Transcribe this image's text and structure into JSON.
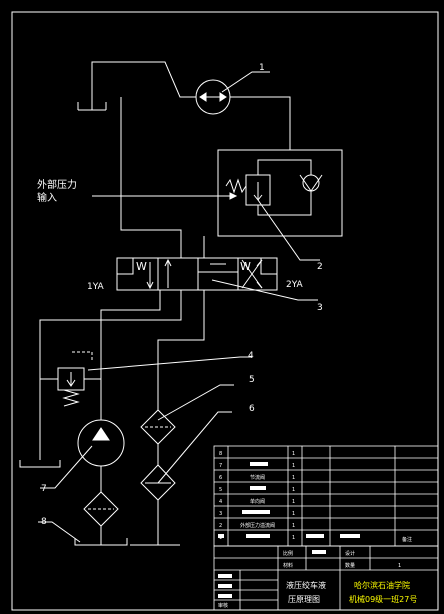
{
  "labels": {
    "pump_motor_1": "1",
    "relief_valve_2": "2",
    "directional_valve_3": "3",
    "pressure_valve_4": "4",
    "filter_5": "5",
    "filter_6": "6",
    "pump_7": "7",
    "tank_8": "8",
    "external_input_line1": "外部压力",
    "external_input_line2": "输入",
    "solenoid_left": "1YA",
    "solenoid_right": "2YA",
    "valve_letter_left": "W",
    "valve_letter_right": "W"
  },
  "parts_list": {
    "rows": [
      {
        "no": "8",
        "qty": "1"
      },
      {
        "no": "7",
        "qty": "1"
      },
      {
        "no": "6",
        "name": "节流阀",
        "qty": "1"
      },
      {
        "no": "5",
        "qty": "1"
      },
      {
        "no": "4",
        "name": "单向阀",
        "qty": "1"
      },
      {
        "no": "3",
        "qty": "1"
      },
      {
        "no": "2",
        "name": "外部压力溢流阀",
        "qty": "1"
      },
      {
        "no": "1",
        "qty": "1"
      }
    ],
    "header_last_col": "备注"
  },
  "title_block": {
    "drawing_title_line1": "液压绞车液",
    "drawing_title_line2": "压原理图",
    "school_line1": "哈尔滨石油学院",
    "school_line2": "机械09级一班27号",
    "field_material": "材料",
    "field_scale": "比例",
    "field_quantity": "数量",
    "field_quantity_value": "1",
    "field_drawn": "设计",
    "field_check": "审核"
  },
  "colors": {
    "line": "#ffffff",
    "frame": "#ffffff",
    "school_text": "#ffff00"
  }
}
